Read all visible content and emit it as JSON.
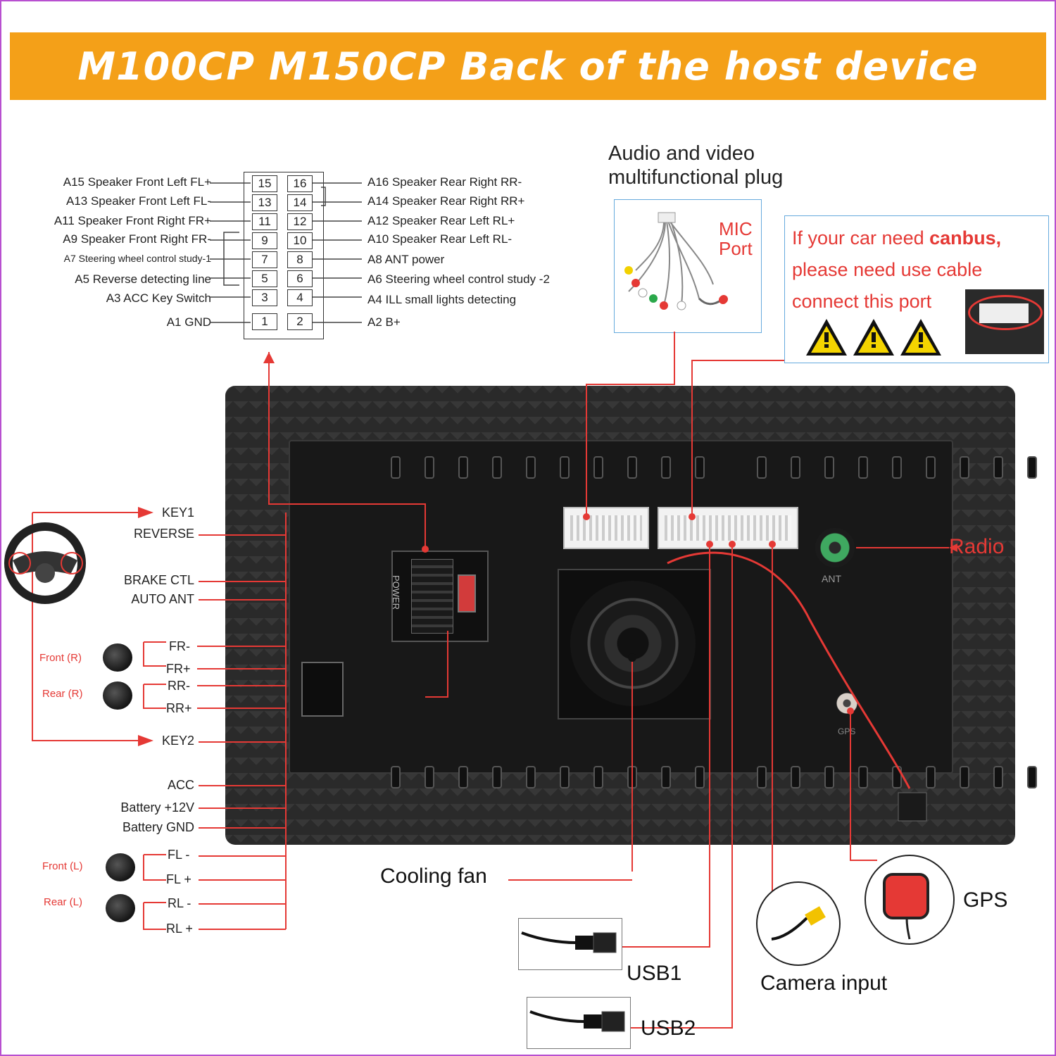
{
  "title": "M100CP M150CP Back of the host device",
  "pinout": {
    "left": [
      "A15  Speaker Front Left FL+",
      "A13  Speaker Front Left FL-",
      "A11  Speaker Front Right FR+",
      "A9    Speaker Front Right FR-",
      "A7   Steering wheel control study-1",
      "A5   Reverse detecting line",
      "A3 ACC Key Switch",
      "A1 GND"
    ],
    "right": [
      "A16 Speaker Rear Right RR-",
      "A14 Speaker Rear Right RR+",
      "A12 Speaker Rear Left RL+",
      "A10 Speaker Rear Left RL-",
      "A8   ANT power",
      "A6   Steering wheel control study -2",
      "A4   ILL small lights detecting",
      "A2   B+"
    ],
    "pins_left": [
      "15",
      "13",
      "11",
      "9",
      "7",
      "5",
      "3",
      "1"
    ],
    "pins_right": [
      "16",
      "14",
      "12",
      "10",
      "8",
      "6",
      "4",
      "2"
    ]
  },
  "av_plug": {
    "label_line1": "Audio and video",
    "label_line2": "multifunctional plug",
    "mic_line1": "MIC",
    "mic_line2": "Port"
  },
  "canbus": {
    "line1_prefix": "If your car need ",
    "line1_bold": "canbus,",
    "line2": "please need use cable",
    "line3": "connect this port"
  },
  "left_labels": {
    "key1": "KEY1",
    "reverse": "REVERSE",
    "brake": "BRAKE CTL",
    "auto_ant": "AUTO ANT",
    "fr_minus": "FR-",
    "fr_plus": "FR+",
    "rr_minus": "RR-",
    "rr_plus": "RR+",
    "key2": "KEY2",
    "acc": "ACC",
    "battery12": "Battery +12V",
    "battery_gnd": "Battery GND",
    "fl_minus": "FL -",
    "fl_plus": "FL +",
    "rl_minus": "RL -",
    "rl_plus": "RL +"
  },
  "speakers": {
    "front_r": "Front (R)",
    "rear_r": "Rear (R)",
    "front_l": "Front (L)",
    "rear_l": "Rear (L)"
  },
  "device_labels": {
    "power": "POWER",
    "ant": "ANT",
    "gps_small": "GPS"
  },
  "callouts": {
    "radio": "Radio",
    "cooling_fan": "Cooling fan",
    "usb1": "USB1",
    "usb2": "USB2",
    "camera": "Camera input",
    "gps": "GPS"
  },
  "colors": {
    "banner": "#f4a018",
    "callout_line": "#e53935",
    "warning": "#f4d400"
  }
}
